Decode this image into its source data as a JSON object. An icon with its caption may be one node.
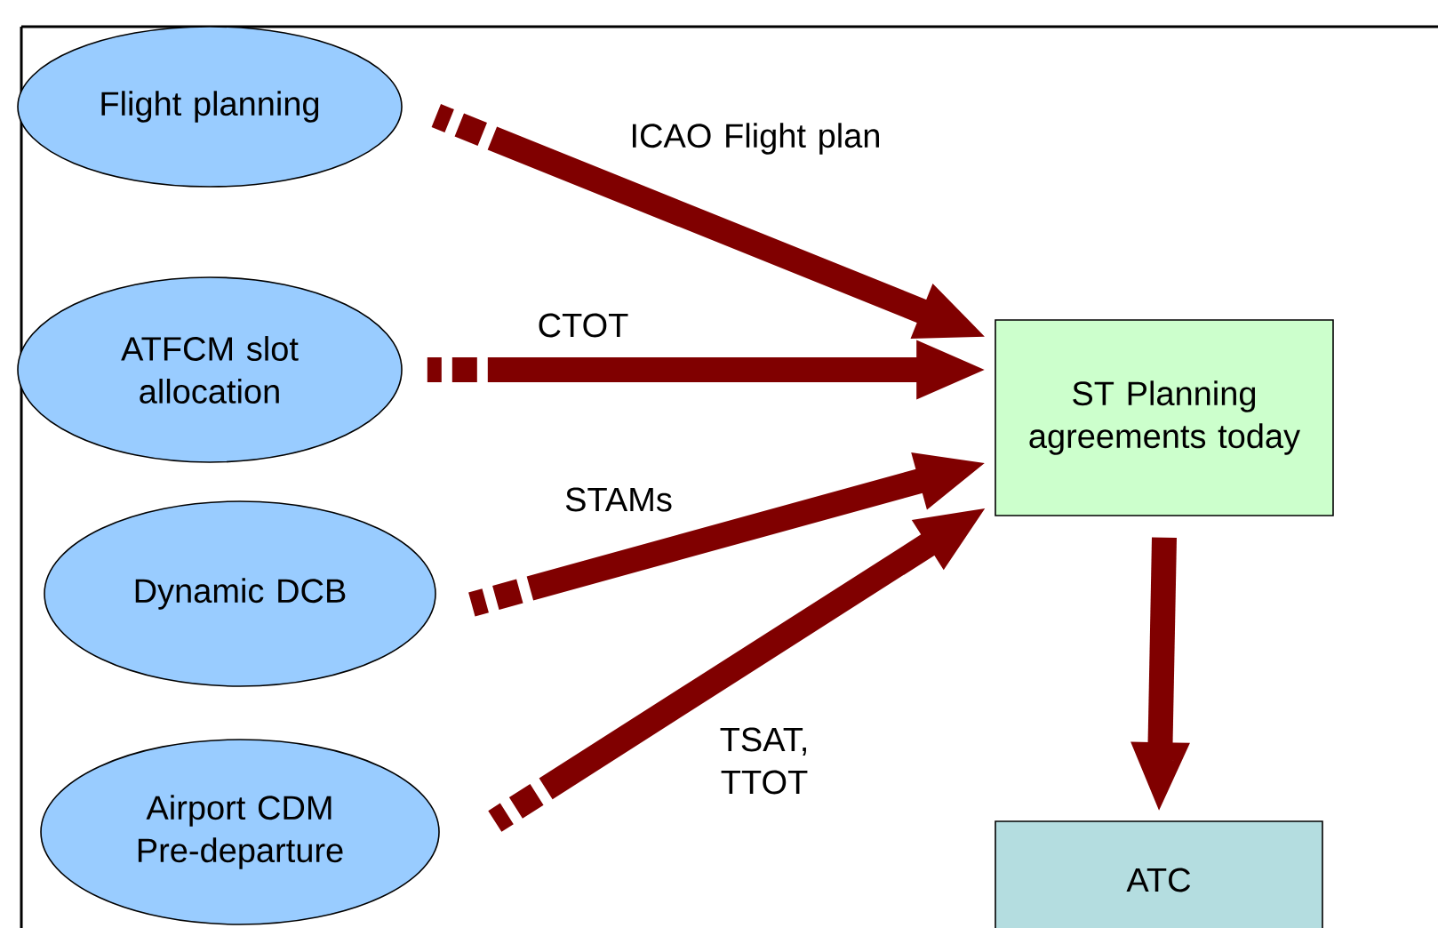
{
  "diagram": {
    "nodes": [
      {
        "text": [
          "Flight planning"
        ]
      },
      {
        "text": [
          "ATFCM slot allocation"
        ]
      },
      {
        "text": [
          "Dynamic DCB"
        ]
      },
      {
        "text": [
          "Airport CDM Pre-departure"
        ]
      },
      {
        "text": [
          "ST Planning agreements today"
        ]
      },
      {
        "text": [
          "ATC"
        ]
      }
    ],
    "edges": [
      {
        "from": 0,
        "to": 4,
        "arrow": "to",
        "label": "ICAO Flight plan",
        "style": "dashed"
      },
      {
        "from": 1,
        "to": 4,
        "arrow": "to",
        "label": "CTOT",
        "style": "dashed"
      },
      {
        "from": 2,
        "to": 4,
        "arrow": "to",
        "label": "STAMs",
        "style": "dashed"
      },
      {
        "from": 3,
        "to": 4,
        "arrow": "to",
        "label": "TSAT, TTOT",
        "style": "dashed"
      },
      {
        "from": 4,
        "to": 5,
        "arrow": "to"
      }
    ]
  }
}
